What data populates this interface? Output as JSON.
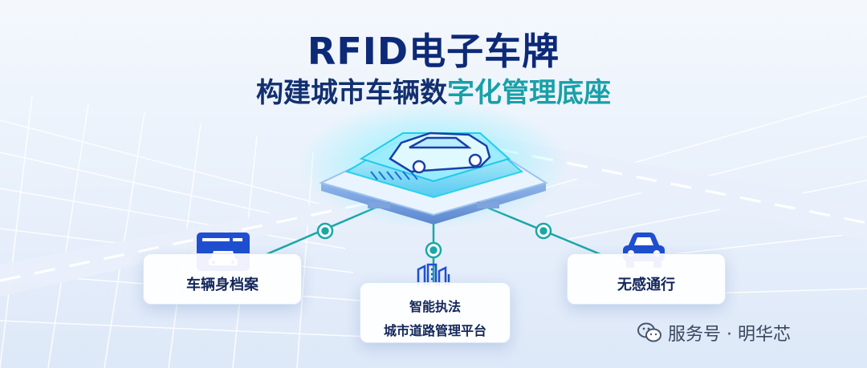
{
  "title": "RFID电子车牌",
  "subtitle": {
    "part1": "构建城市车辆数",
    "part2": "字化管理底座"
  },
  "nodes": {
    "left": {
      "label": "车辆身档案",
      "icon": "car-id-card-icon"
    },
    "middle": {
      "label1": "智能执法",
      "label2": "城市道路管理平台",
      "icon": "city-buildings-icon"
    },
    "right": {
      "label": "无感通行",
      "icon": "car-front-icon"
    }
  },
  "footer": {
    "text": "服务号 · 明华芯",
    "icon": "wechat-icon"
  },
  "colors": {
    "title": "#0d2a78",
    "accent": "#18a0a8",
    "icon_blue": "#1f4fd0",
    "chip_glow": "#33d6f0"
  }
}
